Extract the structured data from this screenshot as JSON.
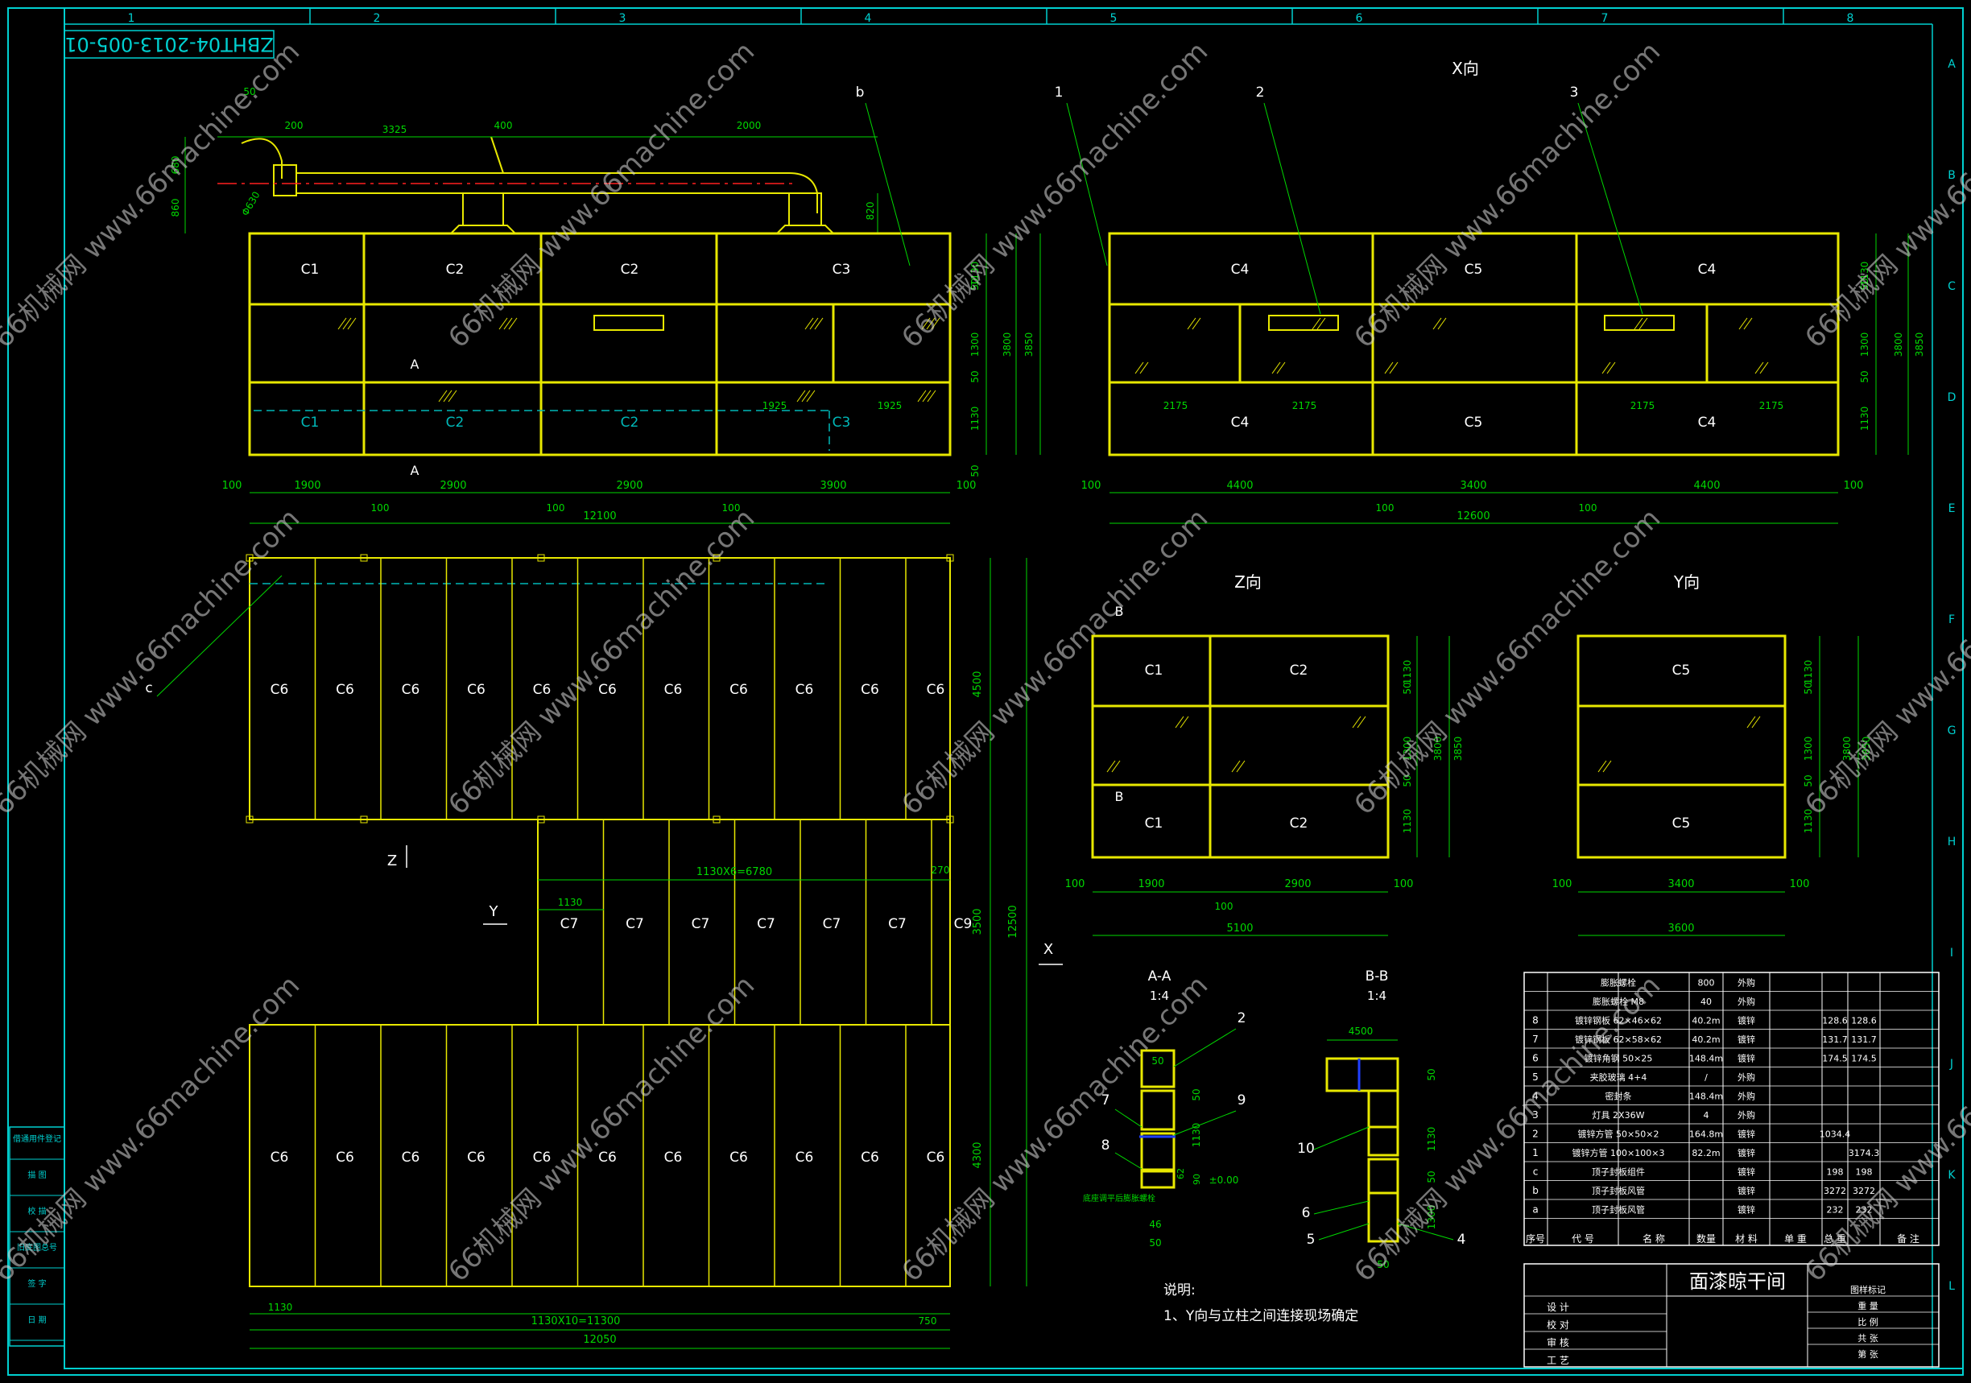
{
  "drawing_number": "ZBHT04-2013-005-01",
  "drawing_title": "面漆晾干间",
  "border": {
    "columns": [
      "1",
      "2",
      "3",
      "4",
      "5",
      "6",
      "7",
      "8"
    ],
    "rows": [
      "A",
      "B",
      "C",
      "D",
      "E",
      "F",
      "G",
      "H",
      "I",
      "J",
      "K",
      "L"
    ]
  },
  "views": {
    "x_view": "X向",
    "z_view": "Z向",
    "y_view": "Y向",
    "section_a": "A-A",
    "section_b": "B-B",
    "section_scale": "1:4"
  },
  "elevation_left": {
    "panels_top": [
      "C1",
      "C2",
      "C2",
      "C3"
    ],
    "panels_bottom": [
      "C1",
      "C2",
      "C2",
      "C3"
    ],
    "bottom_dims": [
      "100",
      "1900",
      "2900",
      "2900",
      "3900",
      "100"
    ],
    "sub_dims": [
      "100",
      "100",
      "100"
    ],
    "total": "12100",
    "section_mark": "A",
    "side_dims": [
      "1130",
      "50",
      "1300",
      "50",
      "1130",
      "50"
    ],
    "height_a": "3800",
    "height_b": "3850",
    "upper_dims": [
      "1925",
      "1925"
    ],
    "duct_dims": [
      "50",
      "680",
      "860",
      "200",
      "3325",
      "400",
      "2000",
      "820",
      "Φ630"
    ]
  },
  "elevation_right": {
    "panels_top": [
      "C4",
      "C5",
      "C4"
    ],
    "panels_bottom": [
      "C4",
      "C5",
      "C4"
    ],
    "bottom_dims": [
      "100",
      "4400",
      "3400",
      "4400",
      "100"
    ],
    "sub_dims": [
      "100",
      "100"
    ],
    "total": "12600",
    "inner_dims": [
      "2175",
      "2175",
      "2175",
      "2175"
    ],
    "side_dims": [
      "1130",
      "50",
      "1300",
      "50",
      "1130"
    ],
    "height_a": "3800",
    "height_b": "3850"
  },
  "plan": {
    "top_row": [
      "C6",
      "C6",
      "C6",
      "C6",
      "C6",
      "C6",
      "C6",
      "C6",
      "C6",
      "C6",
      "C6"
    ],
    "mid_row": [
      "C7",
      "C7",
      "C7",
      "C7",
      "C7",
      "C7",
      "C9"
    ],
    "bot_row": [
      "C6",
      "C6",
      "C6",
      "C6",
      "C6",
      "C6",
      "C6",
      "C6",
      "C6",
      "C6",
      "C6"
    ],
    "dims": {
      "d4500": "4500",
      "d12500": "12500",
      "d3500": "3500",
      "d4300": "4300",
      "mid": "1130X6=6780",
      "d270": "270",
      "d1130a": "1130",
      "d1130b": "1130",
      "bottom": "1130X10=11300",
      "d750": "750",
      "total": "12050"
    },
    "arrows": {
      "z": "Z",
      "y": "Y",
      "x": "X"
    },
    "callout_c": "c"
  },
  "z_view": {
    "panels": [
      "C1",
      "C2",
      "C1",
      "C2"
    ],
    "bottom_dims": [
      "100",
      "1900",
      "2900",
      "100"
    ],
    "sub": "100",
    "total": "5100",
    "section_mark": "B",
    "side_dims": [
      "1130",
      "50",
      "1300",
      "50",
      "1130"
    ],
    "height_a": "3800",
    "height_b": "3850"
  },
  "y_view": {
    "panels": [
      "C5",
      "C5"
    ],
    "bottom_dims": [
      "100",
      "3400",
      "100"
    ],
    "total": "3600",
    "side_dims": [
      "1130",
      "50",
      "1300",
      "50",
      "1130"
    ],
    "height_a": "3800",
    "height_b": "3850"
  },
  "section_aa": {
    "dims": [
      "50",
      "50",
      "1130",
      "62",
      "90",
      "±0.00",
      "46",
      "50"
    ],
    "note": "底座调平后膨胀螺栓",
    "callouts": [
      "2",
      "7",
      "8",
      "9"
    ]
  },
  "section_bb": {
    "dims": [
      "4500",
      "50",
      "1130",
      "50",
      "1300",
      "50"
    ],
    "callouts": [
      "10",
      "6",
      "5",
      "4"
    ]
  },
  "callouts_top": [
    "b",
    "1",
    "2",
    "3"
  ],
  "notes": {
    "title": "说明:",
    "line1": "1、Y向与立柱之间连接现场确定"
  },
  "bom": {
    "rows": [
      {
        "no": "",
        "name": "膨胀螺栓",
        "qty": "800",
        "mat": "",
        "unit": "",
        "total": "",
        "remark": "外购"
      },
      {
        "no": "",
        "name": "膨胀螺栓 M8",
        "qty": "40",
        "mat": "",
        "unit": "",
        "total": "",
        "remark": "外购"
      },
      {
        "no": "8",
        "name": "镀锌钢板 62×46×62",
        "qty": "40.2m",
        "mat": "镀锌",
        "unit": "128.6",
        "total": "128.6",
        "remark": ""
      },
      {
        "no": "7",
        "name": "镀锌钢板 62×58×62",
        "qty": "40.2m",
        "mat": "镀锌",
        "unit": "131.7",
        "total": "131.7",
        "remark": ""
      },
      {
        "no": "6",
        "name": "镀锌角钢 50×25",
        "qty": "148.4m",
        "mat": "镀锌",
        "unit": "174.5",
        "total": "174.5",
        "remark": ""
      },
      {
        "no": "5",
        "name": "夹胶玻璃 4+4",
        "qty": "/",
        "mat": "",
        "unit": "",
        "total": "",
        "remark": "外购"
      },
      {
        "no": "4",
        "name": "密封条",
        "qty": "148.4m",
        "mat": "",
        "unit": "",
        "total": "",
        "remark": "外购"
      },
      {
        "no": "3",
        "name": "灯具 2X36W",
        "qty": "4",
        "mat": "",
        "unit": "",
        "total": "",
        "remark": "外购"
      },
      {
        "no": "2",
        "name": "镀锌方管 50×50×2",
        "qty": "164.8m",
        "mat": "镀锌",
        "unit": "1034.4",
        "total": "",
        "remark": ""
      },
      {
        "no": "1",
        "name": "镀锌方管 100×100×3",
        "qty": "82.2m",
        "mat": "镀锌",
        "unit": "",
        "total": "3174.3",
        "remark": ""
      },
      {
        "no": "c",
        "name": "顶子封板组件",
        "qty": "",
        "mat": "镀锌",
        "unit": "198",
        "total": "198",
        "remark": ""
      },
      {
        "no": "b",
        "name": "顶子封板风管",
        "qty": "",
        "mat": "镀锌",
        "unit": "3272",
        "total": "3272",
        "remark": ""
      },
      {
        "no": "a",
        "name": "顶子封板风管",
        "qty": "",
        "mat": "镀锌",
        "unit": "232",
        "total": "232",
        "remark": ""
      }
    ],
    "header": {
      "no": "序号",
      "code": "代 号",
      "name": "名 称",
      "qty": "数量",
      "mat": "材 料",
      "weight": "单 重",
      "total": "总 重",
      "remark": "备 注"
    }
  },
  "title_block": {
    "left_rows": [
      "借通用件登记",
      "描 图",
      "校 描",
      "旧底图总号",
      "签 字",
      "日 期"
    ],
    "sign_rows": [
      "设 计",
      "校 对",
      "审 核",
      "工 艺"
    ],
    "right_labels": [
      "图样标记",
      "重 量",
      "比 例",
      "共 张",
      "第 张"
    ]
  },
  "watermark": "66机械网 www.66machine.com",
  "colors": {
    "frame": "#00d0d0",
    "part": "#e8e800",
    "dim": "#00d800",
    "hidden": "#00b8b8",
    "duct": "#ff2020",
    "text": "#ffffff"
  }
}
